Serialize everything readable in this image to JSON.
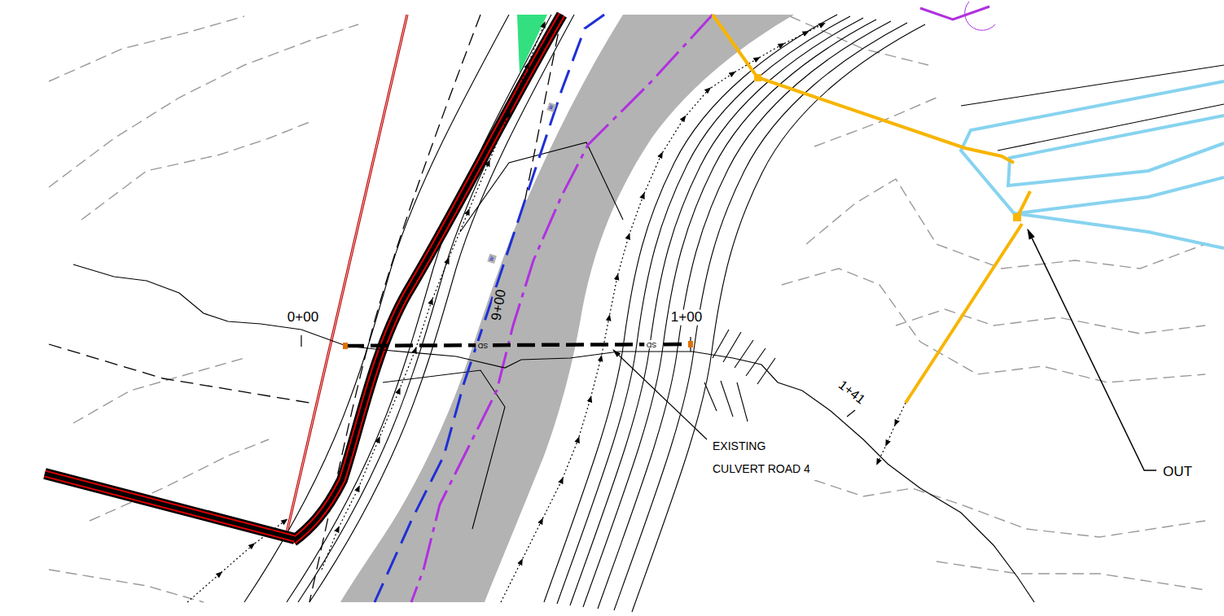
{
  "diagram": {
    "labels": [
      "0+00",
      "9+00",
      "1+00",
      "1+41",
      "SD",
      "SD",
      "w",
      "w",
      "EXISTING CULVERT ROAD 4",
      "OUT"
    ]
  }
}
